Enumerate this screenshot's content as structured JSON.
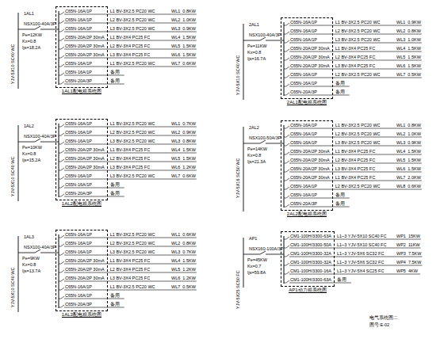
{
  "diagram": {
    "nodes": [
      {
        "text": [
          "1AL1配电箱系统图"
        ]
      },
      {
        "text": [
          "2AL1配电箱系统图"
        ]
      },
      {
        "text": [
          "1AL2配电箱系统图"
        ]
      },
      {
        "text": [
          "2AL2配电箱系统图"
        ]
      },
      {
        "text": [
          "1AL3配电箱系统图"
        ]
      },
      {
        "text": [
          "AP1动力箱系统图"
        ]
      }
    ],
    "labels": [
      "1AL1",
      "YJV-5X10 SC40 WC",
      "NSX100-40A/3P",
      "Pe=12KW",
      "Kx=0.8",
      "Ijs=18.2A",
      "C65N-16A/1P",
      "L1 BV-3X2.5 PC20 WC",
      "WL1",
      "0.8KW",
      "C65N-16A/1P",
      "L2 BV-3X2.5 PC20 WC",
      "WL2",
      "1.0KW",
      "C65N-16A/1P",
      "L3 BV-3X2.5 PC20 WC",
      "WL3",
      "0.9KW",
      "C65N-20A/2P 30mA",
      "L1 BV-3X4 PC25 FC",
      "WL4",
      "1.5KW",
      "C65N-20A/2P 30mA",
      "L2 BV-3X4 PC25 FC",
      "WL5",
      "1.5KW",
      "C65N-20A/2P 30mA",
      "L3 BV-3X4 PC25 FC",
      "WL6",
      "1.5KW",
      "C65N-16A/1P",
      "L1 BV-3X2.5 PC20 WC",
      "WL7",
      "0.6KW",
      "C65N-16A/1P",
      "备用",
      "C65N-20A/3P",
      "备用",
      "2AL1",
      "YJV-5X10 SC40 WC",
      "NSX100-40A/3P",
      "Pe=11KW",
      "Kx=0.8",
      "Ijs=16.7A",
      "C65N-16A/1P",
      "L1 BV-3X2.5 PC20 WC",
      "WL1",
      "0.9KW",
      "C65N-16A/1P",
      "L2 BV-3X2.5 PC20 WC",
      "WL2",
      "0.8KW",
      "C65N-16A/1P",
      "L3 BV-3X2.5 PC20 WC",
      "WL3",
      "1.0KW",
      "C65N-20A/2P 30mA",
      "L1 BV-3X4 PC25 FC",
      "WL4",
      "1.5KW",
      "C65N-20A/2P 30mA",
      "L2 BV-3X4 PC25 FC",
      "WL5",
      "1.5KW",
      "C65N-20A/2P 30mA",
      "L3 BV-3X4 PC25 FC",
      "WL6",
      "1.5KW",
      "C65N-16A/1P",
      "L2 BV-3X2.5 PC20 WC",
      "WL7",
      "0.5KW",
      "C65N-16A/1P",
      "备用",
      "C65N-20A/3P",
      "备用",
      "1AL2",
      "YJV-5X10 SC40 WC",
      "NSX100-40A/3P",
      "Pe=10KW",
      "Kx=0.8",
      "Ijs=15.2A",
      "C65N-16A/1P",
      "L1 BV-3X2.5 PC20 WC",
      "WL1",
      "0.7KW",
      "C65N-16A/1P",
      "L2 BV-3X2.5 PC20 WC",
      "WL2",
      "0.9KW",
      "C65N-16A/1P",
      "L3 BV-3X2.5 PC20 WC",
      "WL3",
      "0.8KW",
      "C65N-20A/2P 30mA",
      "L1 BV-3X4 PC25 FC",
      "WL4",
      "1.5KW",
      "C65N-20A/2P 30mA",
      "L2 BV-3X4 PC25 FC",
      "WL5",
      "1.5KW",
      "C65N-20A/2P 30mA",
      "L3 BV-3X4 PC25 FC",
      "WL6",
      "1.2KW",
      "C65N-16A/1P",
      "L3 BV-3X2.5 PC20 WC",
      "WL7",
      "0.6KW",
      "C65N-16A/1P",
      "备用",
      "C65N-20A/3P",
      "备用",
      "2AL2",
      "YJV-5X16 SC50 WC",
      "NSX100-50A/3P",
      "Pe=14KW",
      "Kx=0.8",
      "Ijs=21.3A",
      "C65N-16A/1P",
      "L1 BV-3X2.5 PC20 WC",
      "WL1",
      "0.8KW",
      "C65N-16A/1P",
      "L2 BV-3X2.5 PC20 WC",
      "WL2",
      "1.0KW",
      "C65N-16A/1P",
      "L3 BV-3X2.5 PC20 WC",
      "WL3",
      "0.9KW",
      "C65N-20A/2P 30mA",
      "L1 BV-3X4 PC25 FC",
      "WL4",
      "1.5KW",
      "C65N-20A/2P 30mA",
      "L2 BV-3X4 PC25 FC",
      "WL5",
      "1.5KW",
      "C65N-20A/2P 30mA",
      "L3 BV-3X4 PC25 FC",
      "WL6",
      "1.5KW",
      "C65N-20A/2P 30mA",
      "L1 BV-3X4 PC25 FC",
      "WL7",
      "2.0KW",
      "C65N-16A/1P",
      "L2 BV-3X2.5 PC20 WC",
      "WL8",
      "0.6KW",
      "C65N-16A/1P",
      "备用",
      "C65N-20A/3P",
      "备用",
      "1AL3",
      "YJV-5X10 SC40 WC",
      "NSX100-40A/3P",
      "Pe=9KW",
      "Kx=0.8",
      "Ijs=13.7A",
      "C65N-16A/1P",
      "L1 BV-3X2.5 PC20 WC",
      "WL1",
      "0.6KW",
      "C65N-16A/1P",
      "L2 BV-3X2.5 PC20 WC",
      "WL2",
      "0.8KW",
      "C65N-16A/1P",
      "L3 BV-3X2.5 PC20 WC",
      "WL3",
      "0.7KW",
      "C65N-20A/2P 30mA",
      "L1 BV-3X4 PC25 FC",
      "WL4",
      "1.5KW",
      "C65N-20A/2P 30mA",
      "L2 BV-3X4 PC25 FC",
      "WL5",
      "1.2KW",
      "C65N-20A/2P 30mA",
      "L3 BV-3X4 PC25 FC",
      "WL6",
      "1.2KW",
      "C65N-16A/1P",
      "L1 BV-3X2.5 PC20 WC",
      "WL7",
      "0.5KW",
      "C65N-16A/1P",
      "备用",
      "C65N-20A/3P",
      "备用",
      "AP1",
      "YJV-5X25 SC50 FC",
      "NSX160-100A/3P",
      "Pe=45KW",
      "Kx=0.7",
      "Ijs=59.8A",
      "CM1-100H/3300-63A",
      "L1~3 YJV-5X10 SC40 FC",
      "WP1",
      "15KW",
      "CM1-100H/3300-50A",
      "L1~3 YJV-5X10 SC40 FC",
      "WP2",
      "11KW",
      "CM1-100H/3300-32A",
      "L1~3 YJV-5X6 SC32 FC",
      "WP3",
      "7.5KW",
      "CM1-100H/3300-32A",
      "L1~3 YJV-5X6 SC32 FC",
      "WP4",
      "7.5KW",
      "CM1-100H/3300-16A",
      "L1~3 YJV-5X4 SC25 FC",
      "WP5",
      "4KW",
      "CM1-100H/3300-63A",
      "备用",
      "电气系统图二",
      "图号:E-02"
    ]
  }
}
